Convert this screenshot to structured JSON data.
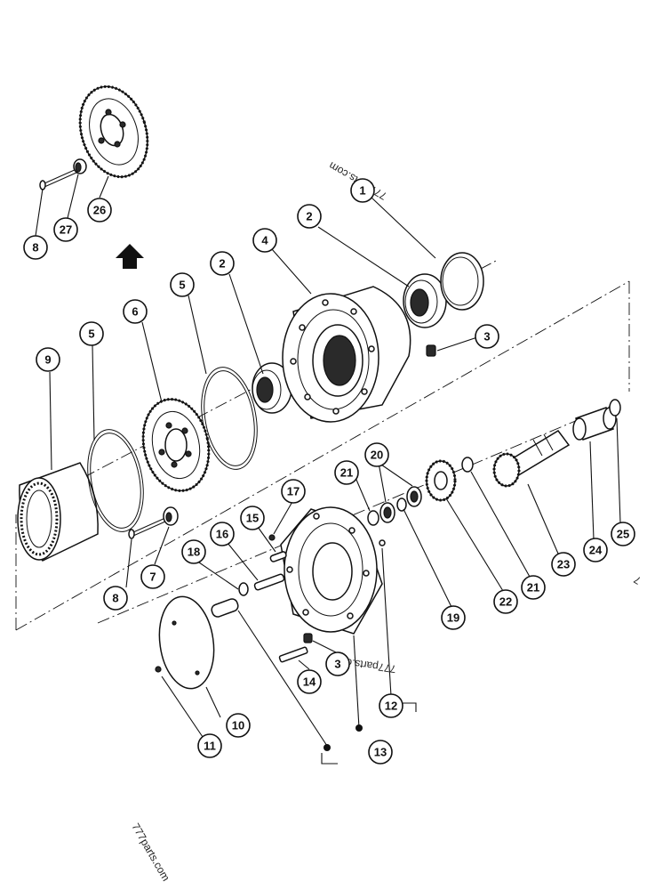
{
  "diagram": {
    "callouts": [
      "1",
      "2",
      "2",
      "3",
      "3",
      "4",
      "5",
      "5",
      "6",
      "7",
      "8",
      "8",
      "9",
      "10",
      "11",
      "12",
      "13",
      "14",
      "15",
      "16",
      "17",
      "18",
      "19",
      "20",
      "21",
      "21",
      "22",
      "23",
      "24",
      "25",
      "26",
      "27"
    ],
    "watermark": "777parts.com",
    "watermark_partial": "7"
  }
}
